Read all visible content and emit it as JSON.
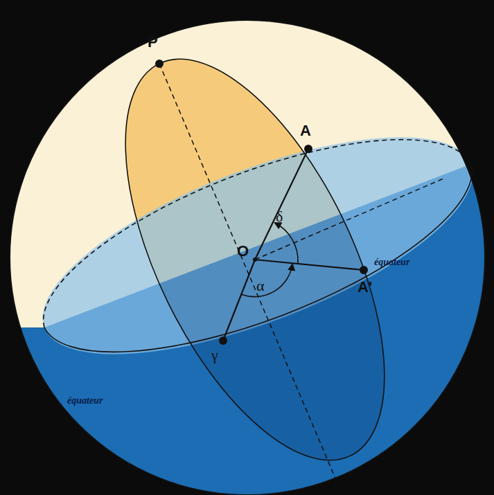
{
  "diagram": {
    "labels": [
      "P",
      "A",
      "δ",
      "O",
      "équateur",
      "α",
      "A'",
      "γ",
      "équateur"
    ]
  }
}
